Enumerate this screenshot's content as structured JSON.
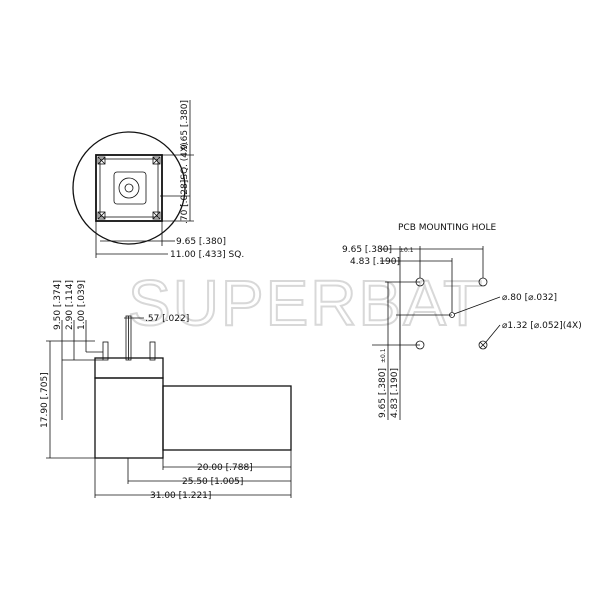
{
  "watermark": "SUPERBAT",
  "top_view": {
    "dim_height": "9.65 [.380]",
    "dim_hole": ".70 [.028]SQ. (4X)",
    "dim_inner": "9.65 [.380]",
    "dim_outer": "11.00 [.433] SQ."
  },
  "side_view": {
    "dim_a": "9.50 [.374]",
    "dim_b": "2.90 [.114]",
    "dim_c": "1.00 [.039]",
    "dim_pin": ".57 [.022]",
    "dim_height": "17.90 [.705]",
    "dim_len1": "20.00 [.788]",
    "dim_len2": "25.50 [1.005]",
    "dim_len3": "31.00 [1.221]"
  },
  "pcb": {
    "title": "PCB MOUNTING HOLE",
    "h1_value": "9.65 [.380]",
    "h1_tol": "±0.1",
    "h2_value": "4.83 [.190]",
    "center_hole": "⌀.80 [⌀.032]",
    "corner_hole": "⌀1.32 [⌀.052](4X)",
    "v1_value": "9.65 [.380]",
    "v1_tol": "±0.1",
    "v2_value": "4.83 [.190]"
  }
}
